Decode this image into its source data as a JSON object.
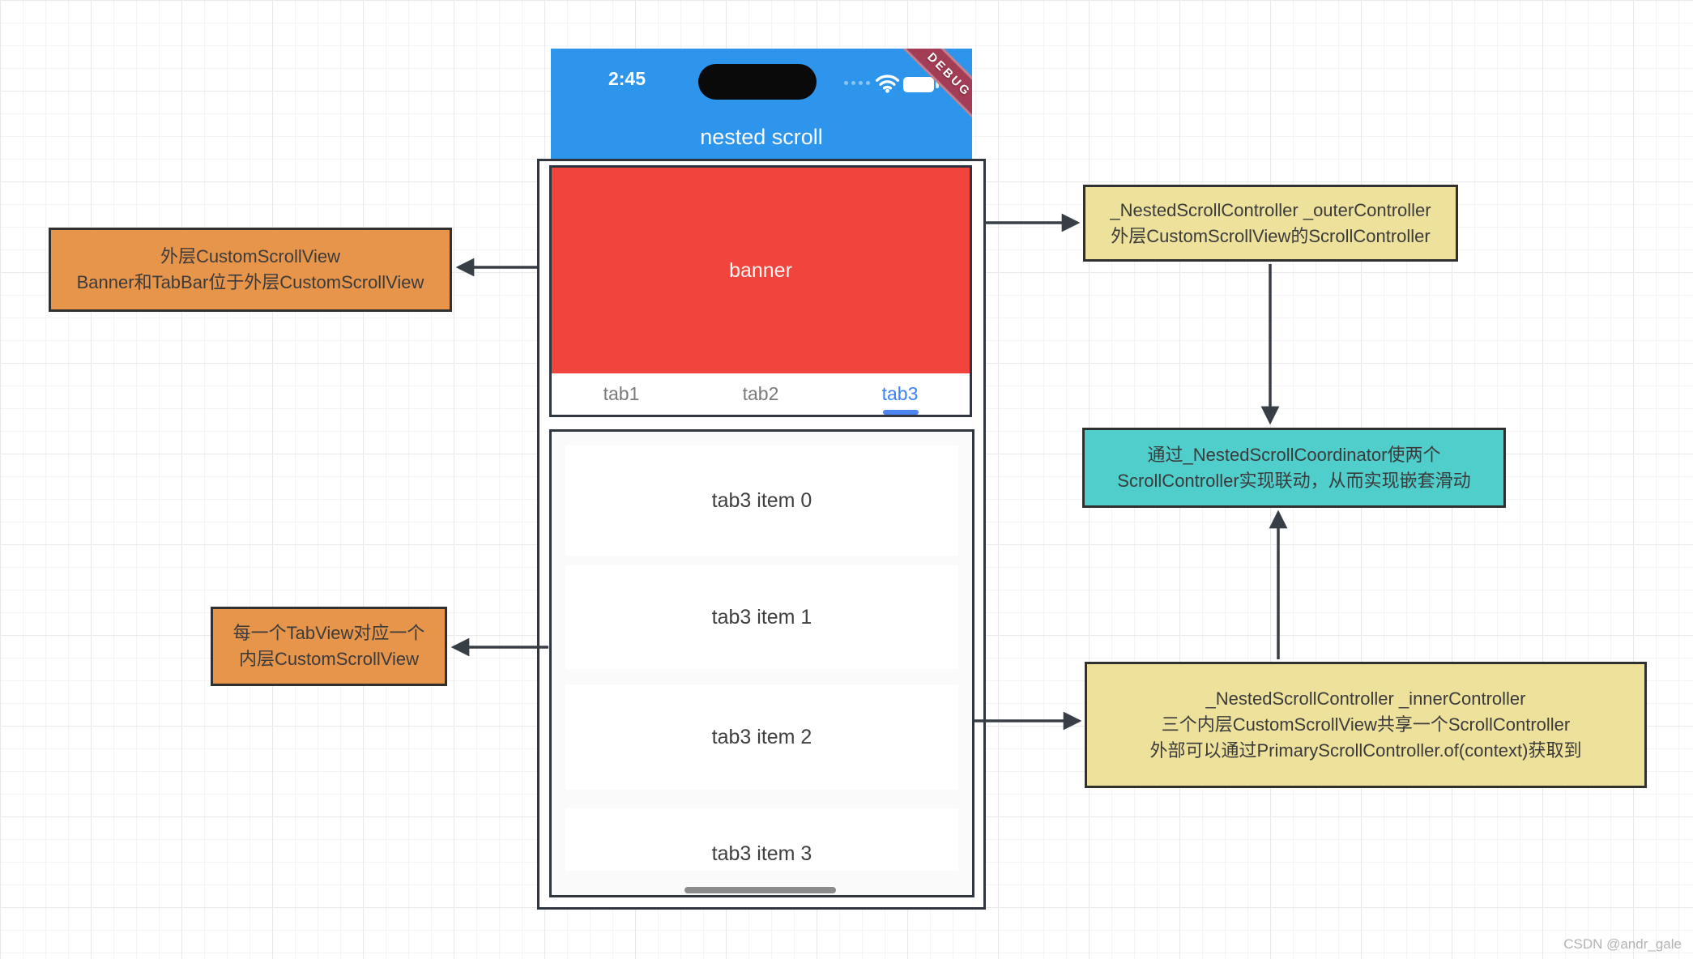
{
  "phone": {
    "status_bar": {
      "time": "2:45",
      "debug_label": "DEBUG"
    },
    "app_bar": {
      "title": "nested scroll"
    },
    "banner": {
      "label": "banner"
    },
    "tab_bar": {
      "tabs": [
        {
          "label": "tab1",
          "active": false
        },
        {
          "label": "tab2",
          "active": false
        },
        {
          "label": "tab3",
          "active": true
        }
      ]
    },
    "list": {
      "items": [
        {
          "label": "tab3 item 0"
        },
        {
          "label": "tab3 item 1"
        },
        {
          "label": "tab3 item 2"
        },
        {
          "label": "tab3 item 3"
        }
      ]
    }
  },
  "annotations": {
    "outer_scrollview_note": {
      "lines": [
        "外层CustomScrollView",
        "Banner和TabBar位于外层CustomScrollView"
      ]
    },
    "inner_scrollview_note": {
      "lines": [
        "每一个TabView对应一个",
        "内层CustomScrollView"
      ]
    },
    "outer_controller_note": {
      "lines": [
        "_NestedScrollController _outerController",
        "外层CustomScrollView的ScrollController"
      ]
    },
    "coordinator_note": {
      "lines": [
        "通过_NestedScrollCoordinator使两个",
        "ScrollController实现联动，从而实现嵌套滑动"
      ]
    },
    "inner_controller_note": {
      "lines": [
        "_NestedScrollController _innerController",
        "三个内层CustomScrollView共享一个ScrollController",
        "外部可以通过PrimaryScrollController.of(context)获取到"
      ]
    }
  },
  "icons": {
    "status": [
      "cellular-dots-icon",
      "wifi-icon",
      "battery-icon"
    ]
  },
  "watermark": "CSDN @andr_gale",
  "colors": {
    "app_bar_blue": "#2D96EC",
    "banner_red": "#F0443C",
    "active_tab_blue": "#3B82F6",
    "tab_underline_blue": "#4C86F0",
    "orange_note": "#E8954C",
    "yellow_note": "#EDE19C",
    "teal_note": "#4FCECB",
    "debug_ribbon": "#A33C55",
    "border_dark": "#2F363D",
    "arrow": "#383E45"
  }
}
